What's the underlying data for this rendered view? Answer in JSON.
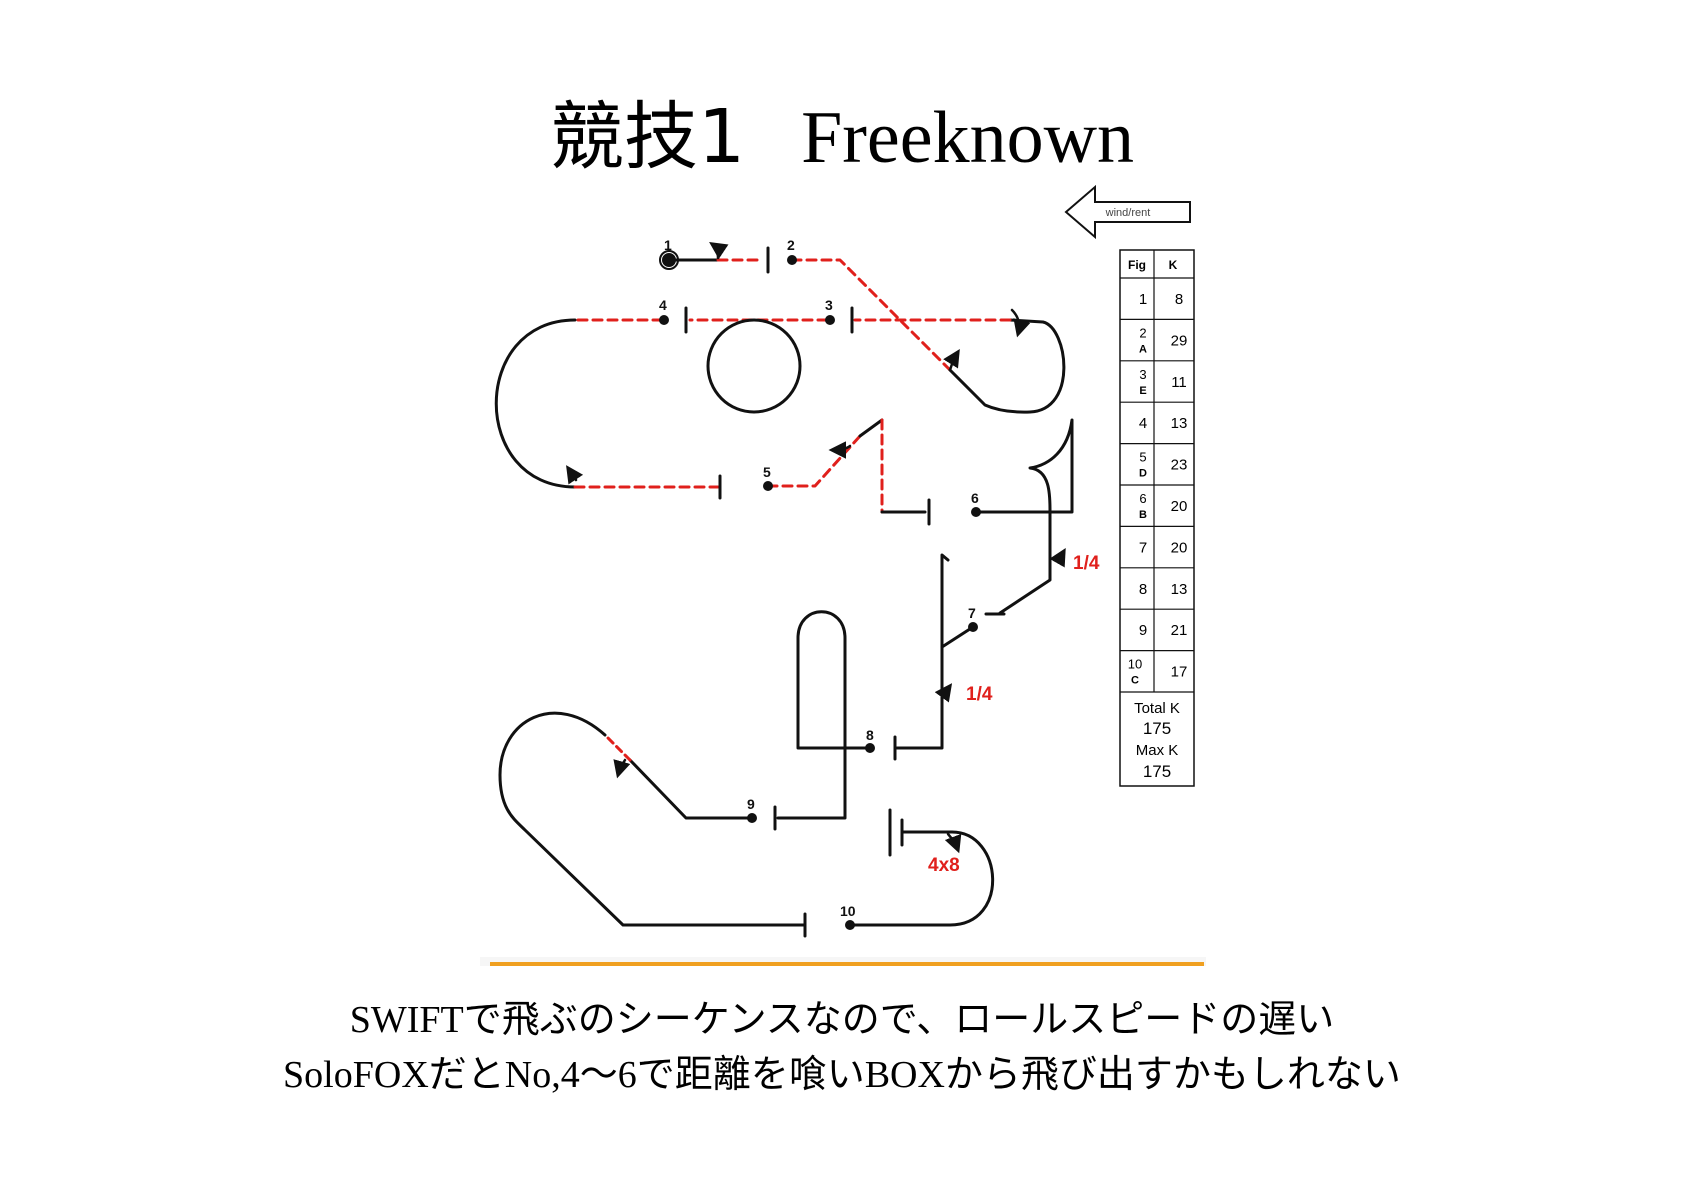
{
  "title": {
    "jp": "競技1",
    "en": "Freeknown"
  },
  "wind_arrow_label": "wind/rent",
  "figure_numbers": [
    "1",
    "2",
    "3",
    "4",
    "5",
    "6",
    "7",
    "8",
    "9",
    "10"
  ],
  "roll_labels": [
    "1/4",
    "1/4",
    "4x8"
  ],
  "k_table": {
    "headers": [
      "Fig",
      "K"
    ],
    "rows": [
      {
        "fig": "1",
        "sub": "",
        "k": "8"
      },
      {
        "fig": "2",
        "sub": "A",
        "k": "29"
      },
      {
        "fig": "3",
        "sub": "E",
        "k": "11"
      },
      {
        "fig": "4",
        "sub": "",
        "k": "13"
      },
      {
        "fig": "5",
        "sub": "D",
        "k": "23"
      },
      {
        "fig": "6",
        "sub": "B",
        "k": "20"
      },
      {
        "fig": "7",
        "sub": "",
        "k": "20"
      },
      {
        "fig": "8",
        "sub": "",
        "k": "13"
      },
      {
        "fig": "9",
        "sub": "",
        "k": "21"
      },
      {
        "fig": "10",
        "sub": "C",
        "k": "17"
      }
    ],
    "total_k_label": "Total K",
    "total_k": "175",
    "max_k_label": "Max K",
    "max_k": "175"
  },
  "colors": {
    "red": "#e0201c",
    "black": "#111111",
    "orange": "#f0a020"
  },
  "captions": [
    "SWIFTで飛ぶのシーケンスなので、ロールスピードの遅い",
    "SoloFOXだとNo,4～6で距離を喰いBOXから飛び出すかもしれない"
  ]
}
